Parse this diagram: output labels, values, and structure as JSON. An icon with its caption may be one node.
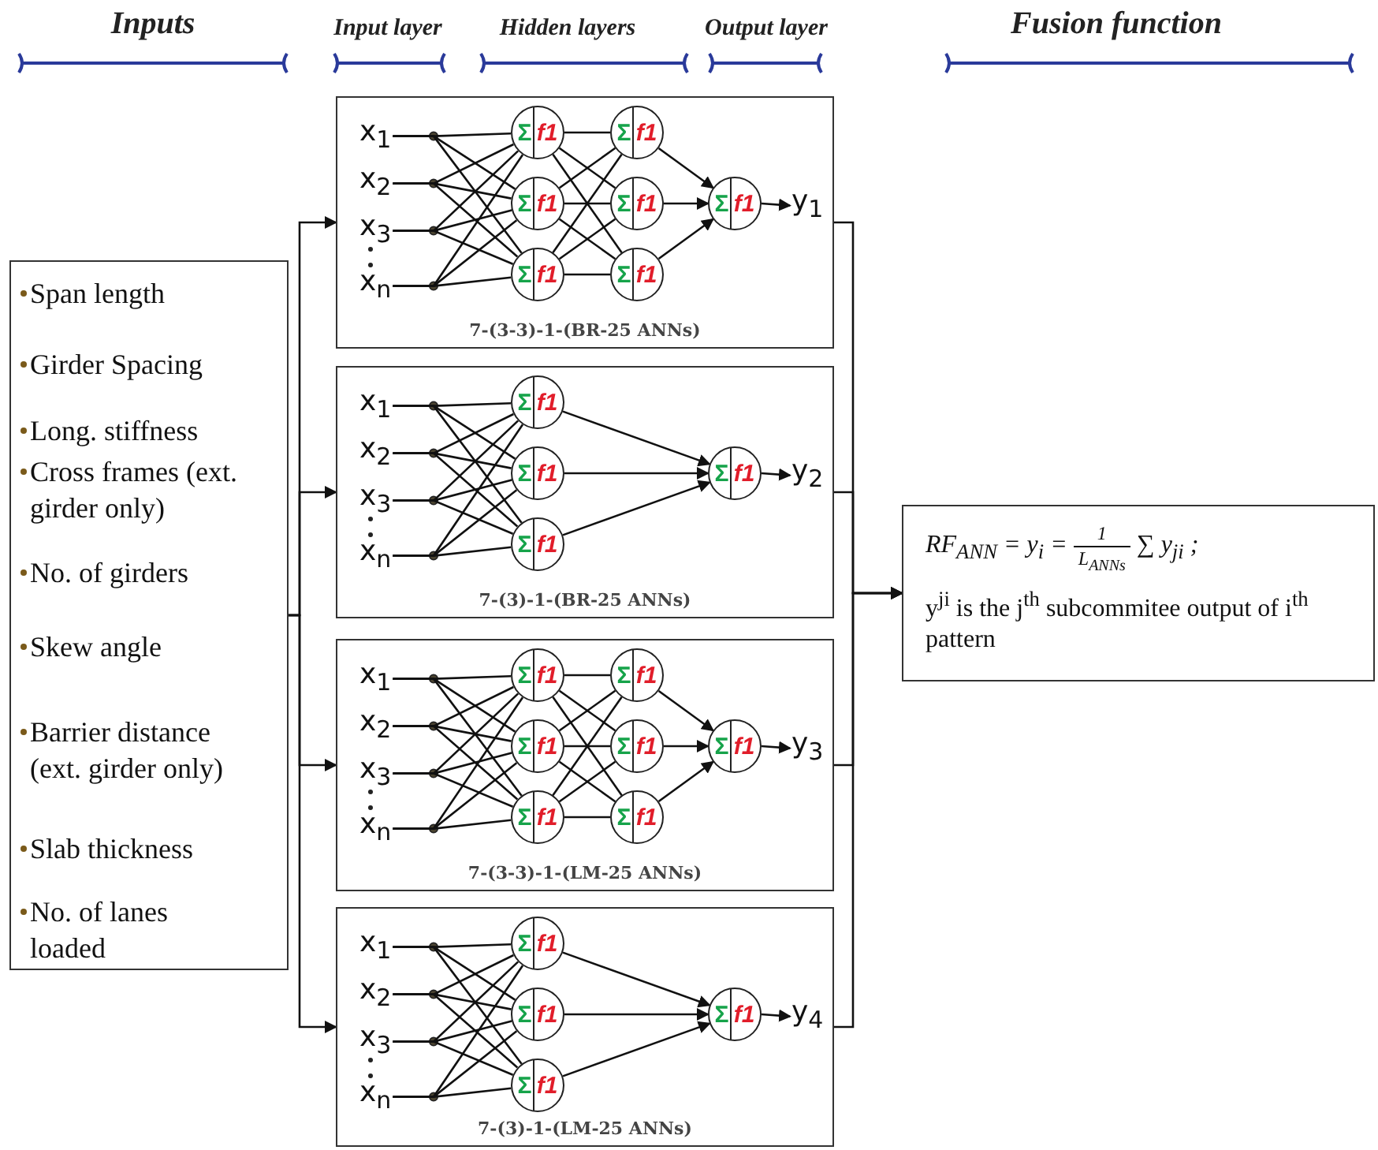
{
  "diagram": {
    "nodes": [
      {
        "text": [
          "Span length",
          "Girder Spacing",
          "Long. stiffness",
          "Cross frames (ext. girder only)",
          "No. of girders",
          "Skew angle",
          "Barrier distance (ext. girder only)",
          "Slab thickness",
          "No. of lanes loaded"
        ]
      },
      {
        "text": [
          "7-(3-3)-1-(BR-25 ANNs)"
        ]
      },
      {
        "text": [
          "x$_{1}$"
        ],
        "in": 1
      },
      {
        "text": [
          "x$_{2}$"
        ],
        "in": 1
      },
      {
        "text": [
          "x$_{3}$"
        ],
        "in": 1
      },
      {
        "text": [
          "x$_{n}$"
        ],
        "in": 1
      },
      {
        "text": [
          "Σ",
          "f1"
        ],
        "in": 1
      },
      {
        "text": [
          "Σ",
          "f1"
        ],
        "in": 1
      },
      {
        "text": [
          "Σ",
          "f1"
        ],
        "in": 1
      },
      {
        "text": [
          "Σ",
          "f1"
        ],
        "in": 1
      },
      {
        "text": [
          "Σ",
          "f1"
        ],
        "in": 1
      },
      {
        "text": [
          "Σ",
          "f1"
        ],
        "in": 1
      },
      {
        "text": [
          "Σ",
          "f1"
        ],
        "in": 1
      },
      {
        "text": [
          "y$_{1}$"
        ],
        "in": 1
      },
      {
        "text": [
          "7-(3)-1-(BR-25 ANNs)"
        ]
      },
      {
        "text": [
          "x$_{1}$"
        ],
        "in": 14
      },
      {
        "text": [
          "x$_{2}$"
        ],
        "in": 14
      },
      {
        "text": [
          "x$_{3}$"
        ],
        "in": 14
      },
      {
        "text": [
          "x$_{n}$"
        ],
        "in": 14
      },
      {
        "text": [
          "Σ",
          "f1"
        ],
        "in": 14
      },
      {
        "text": [
          "Σ",
          "f1"
        ],
        "in": 14
      },
      {
        "text": [
          "Σ",
          "f1"
        ],
        "in": 14
      },
      {
        "text": [
          "Σ",
          "f1"
        ],
        "in": 14
      },
      {
        "text": [
          "y$_{2}$"
        ],
        "in": 14
      },
      {
        "text": [
          "7-(3-3)-1-(LM-25 ANNs)"
        ]
      },
      {
        "text": [
          "x$_{1}$"
        ],
        "in": 24
      },
      {
        "text": [
          "x$_{2}$"
        ],
        "in": 24
      },
      {
        "text": [
          "x$_{3}$"
        ],
        "in": 24
      },
      {
        "text": [
          "x$_{n}$"
        ],
        "in": 24
      },
      {
        "text": [
          "Σ",
          "f1"
        ],
        "in": 24
      },
      {
        "text": [
          "Σ",
          "f1"
        ],
        "in": 24
      },
      {
        "text": [
          "Σ",
          "f1"
        ],
        "in": 24
      },
      {
        "text": [
          "Σ",
          "f1"
        ],
        "in": 24
      },
      {
        "text": [
          "Σ",
          "f1"
        ],
        "in": 24
      },
      {
        "text": [
          "Σ",
          "f1"
        ],
        "in": 24
      },
      {
        "text": [
          "Σ",
          "f1"
        ],
        "in": 24
      },
      {
        "text": [
          "y$_{3}$"
        ],
        "in": 24
      },
      {
        "text": [
          "7-(3)-1-(LM-25 ANNs)"
        ]
      },
      {
        "text": [
          "x$_{1}$"
        ],
        "in": 37
      },
      {
        "text": [
          "x$_{2}$"
        ],
        "in": 37
      },
      {
        "text": [
          "x$_{3}$"
        ],
        "in": 37
      },
      {
        "text": [
          "x$_{n}$"
        ],
        "in": 37
      },
      {
        "text": [
          "Σ",
          "f1"
        ],
        "in": 37
      },
      {
        "text": [
          "Σ",
          "f1"
        ],
        "in": 37
      },
      {
        "text": [
          "Σ",
          "f1"
        ],
        "in": 37
      },
      {
        "text": [
          "Σ",
          "f1"
        ],
        "in": 37
      },
      {
        "text": [
          "y$_{4}$"
        ],
        "in": 37
      },
      {
        "text": [
          "RF$_{ANN}$ = y$_{i}$ =",
          "1",
          "L$_{ANNs}$",
          "∑ y$_{ji}$ ;",
          "y$^{ji}$ is the j$^{th}$ subcommitee output of i$^{th}$ pattern"
        ]
      }
    ],
    "edges": [
      {
        "from": 0,
        "to": 1,
        "arrow": "to"
      },
      {
        "from": 0,
        "to": 14,
        "arrow": "to"
      },
      {
        "from": 0,
        "to": 24,
        "arrow": "to"
      },
      {
        "from": 0,
        "to": 37,
        "arrow": "to"
      },
      {
        "from": 2,
        "to": 6,
        "arrow": "none"
      },
      {
        "from": 2,
        "to": 7,
        "arrow": "none"
      },
      {
        "from": 2,
        "to": 8,
        "arrow": "none"
      },
      {
        "from": 3,
        "to": 6,
        "arrow": "none"
      },
      {
        "from": 3,
        "to": 7,
        "arrow": "none"
      },
      {
        "from": 3,
        "to": 8,
        "arrow": "none"
      },
      {
        "from": 4,
        "to": 6,
        "arrow": "none"
      },
      {
        "from": 4,
        "to": 7,
        "arrow": "none"
      },
      {
        "from": 4,
        "to": 8,
        "arrow": "none"
      },
      {
        "from": 5,
        "to": 6,
        "arrow": "none"
      },
      {
        "from": 5,
        "to": 7,
        "arrow": "none"
      },
      {
        "from": 5,
        "to": 8,
        "arrow": "none"
      },
      {
        "from": 6,
        "to": 9,
        "arrow": "none"
      },
      {
        "from": 6,
        "to": 10,
        "arrow": "none"
      },
      {
        "from": 6,
        "to": 11,
        "arrow": "none"
      },
      {
        "from": 7,
        "to": 9,
        "arrow": "none"
      },
      {
        "from": 7,
        "to": 10,
        "arrow": "none"
      },
      {
        "from": 7,
        "to": 11,
        "arrow": "none"
      },
      {
        "from": 8,
        "to": 9,
        "arrow": "none"
      },
      {
        "from": 8,
        "to": 10,
        "arrow": "none"
      },
      {
        "from": 8,
        "to": 11,
        "arrow": "none"
      },
      {
        "from": 9,
        "to": 12,
        "arrow": "to"
      },
      {
        "from": 10,
        "to": 12,
        "arrow": "to"
      },
      {
        "from": 11,
        "to": 12,
        "arrow": "to"
      },
      {
        "from": 12,
        "to": 13,
        "arrow": "to"
      },
      {
        "from": 15,
        "to": 19,
        "arrow": "none"
      },
      {
        "from": 15,
        "to": 20,
        "arrow": "none"
      },
      {
        "from": 15,
        "to": 21,
        "arrow": "none"
      },
      {
        "from": 16,
        "to": 19,
        "arrow": "none"
      },
      {
        "from": 16,
        "to": 20,
        "arrow": "none"
      },
      {
        "from": 16,
        "to": 21,
        "arrow": "none"
      },
      {
        "from": 17,
        "to": 19,
        "arrow": "none"
      },
      {
        "from": 17,
        "to": 20,
        "arrow": "none"
      },
      {
        "from": 17,
        "to": 21,
        "arrow": "none"
      },
      {
        "from": 18,
        "to": 19,
        "arrow": "none"
      },
      {
        "from": 18,
        "to": 20,
        "arrow": "none"
      },
      {
        "from": 18,
        "to": 21,
        "arrow": "none"
      },
      {
        "from": 19,
        "to": 22,
        "arrow": "to"
      },
      {
        "from": 20,
        "to": 22,
        "arrow": "to"
      },
      {
        "from": 21,
        "to": 22,
        "arrow": "to"
      },
      {
        "from": 22,
        "to": 23,
        "arrow": "to"
      },
      {
        "from": 25,
        "to": 29,
        "arrow": "none"
      },
      {
        "from": 25,
        "to": 30,
        "arrow": "none"
      },
      {
        "from": 25,
        "to": 31,
        "arrow": "none"
      },
      {
        "from": 26,
        "to": 29,
        "arrow": "none"
      },
      {
        "from": 26,
        "to": 30,
        "arrow": "none"
      },
      {
        "from": 26,
        "to": 31,
        "arrow": "none"
      },
      {
        "from": 27,
        "to": 29,
        "arrow": "none"
      },
      {
        "from": 27,
        "to": 30,
        "arrow": "none"
      },
      {
        "from": 27,
        "to": 31,
        "arrow": "none"
      },
      {
        "from": 28,
        "to": 29,
        "arrow": "none"
      },
      {
        "from": 28,
        "to": 30,
        "arrow": "none"
      },
      {
        "from": 28,
        "to": 31,
        "arrow": "none"
      },
      {
        "from": 29,
        "to": 32,
        "arrow": "none"
      },
      {
        "from": 29,
        "to": 33,
        "arrow": "none"
      },
      {
        "from": 29,
        "to": 34,
        "arrow": "none"
      },
      {
        "from": 30,
        "to": 32,
        "arrow": "none"
      },
      {
        "from": 30,
        "to": 33,
        "arrow": "none"
      },
      {
        "from": 30,
        "to": 34,
        "arrow": "none"
      },
      {
        "from": 31,
        "to": 32,
        "arrow": "none"
      },
      {
        "from": 31,
        "to": 33,
        "arrow": "none"
      },
      {
        "from": 31,
        "to": 34,
        "arrow": "none"
      },
      {
        "from": 32,
        "to": 35,
        "arrow": "to"
      },
      {
        "from": 33,
        "to": 35,
        "arrow": "to"
      },
      {
        "from": 34,
        "to": 35,
        "arrow": "to"
      },
      {
        "from": 35,
        "to": 36,
        "arrow": "to"
      },
      {
        "from": 38,
        "to": 42,
        "arrow": "none"
      },
      {
        "from": 38,
        "to": 43,
        "arrow": "none"
      },
      {
        "from": 38,
        "to": 44,
        "arrow": "none"
      },
      {
        "from": 39,
        "to": 42,
        "arrow": "none"
      },
      {
        "from": 39,
        "to": 43,
        "arrow": "none"
      },
      {
        "from": 39,
        "to": 44,
        "arrow": "none"
      },
      {
        "from": 40,
        "to": 42,
        "arrow": "none"
      },
      {
        "from": 40,
        "to": 43,
        "arrow": "none"
      },
      {
        "from": 40,
        "to": 44,
        "arrow": "none"
      },
      {
        "from": 41,
        "to": 42,
        "arrow": "none"
      },
      {
        "from": 41,
        "to": 43,
        "arrow": "none"
      },
      {
        "from": 41,
        "to": 44,
        "arrow": "none"
      },
      {
        "from": 42,
        "to": 45,
        "arrow": "to"
      },
      {
        "from": 43,
        "to": 45,
        "arrow": "to"
      },
      {
        "from": 44,
        "to": 45,
        "arrow": "to"
      },
      {
        "from": 45,
        "to": 46,
        "arrow": "to"
      },
      {
        "from": 1,
        "to": 47,
        "arrow": "to"
      },
      {
        "from": 14,
        "to": 47,
        "arrow": "to"
      },
      {
        "from": 24,
        "to": 47,
        "arrow": "to"
      },
      {
        "from": 37,
        "to": 47,
        "arrow": "to"
      }
    ],
    "labels": [
      "Inputs",
      "Input layer",
      "Hidden layers",
      "Output layer",
      "Fusion function"
    ]
  }
}
